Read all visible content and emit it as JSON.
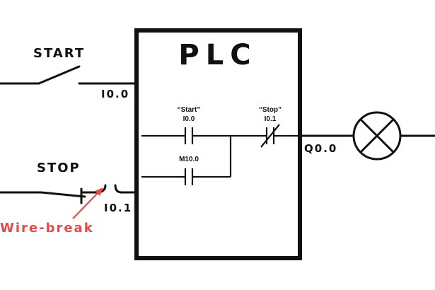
{
  "plc": {
    "title": "PLC"
  },
  "inputs": {
    "start_label": "START",
    "start_address": "I0.0",
    "stop_label": "STOP",
    "stop_address": "I0.1",
    "fault_label": "Wire-break"
  },
  "ladder": {
    "start_contact_name": "“Start”",
    "start_contact_address": "I0.0",
    "memory_contact_address": "M10.0",
    "stop_contact_name": "“Stop”",
    "stop_contact_address": "I0.1"
  },
  "output": {
    "address": "Q0.0",
    "device_icon": "lamp-icon"
  },
  "colors": {
    "line": "#111111",
    "fault": "#e84848",
    "background": "#ffffff"
  }
}
